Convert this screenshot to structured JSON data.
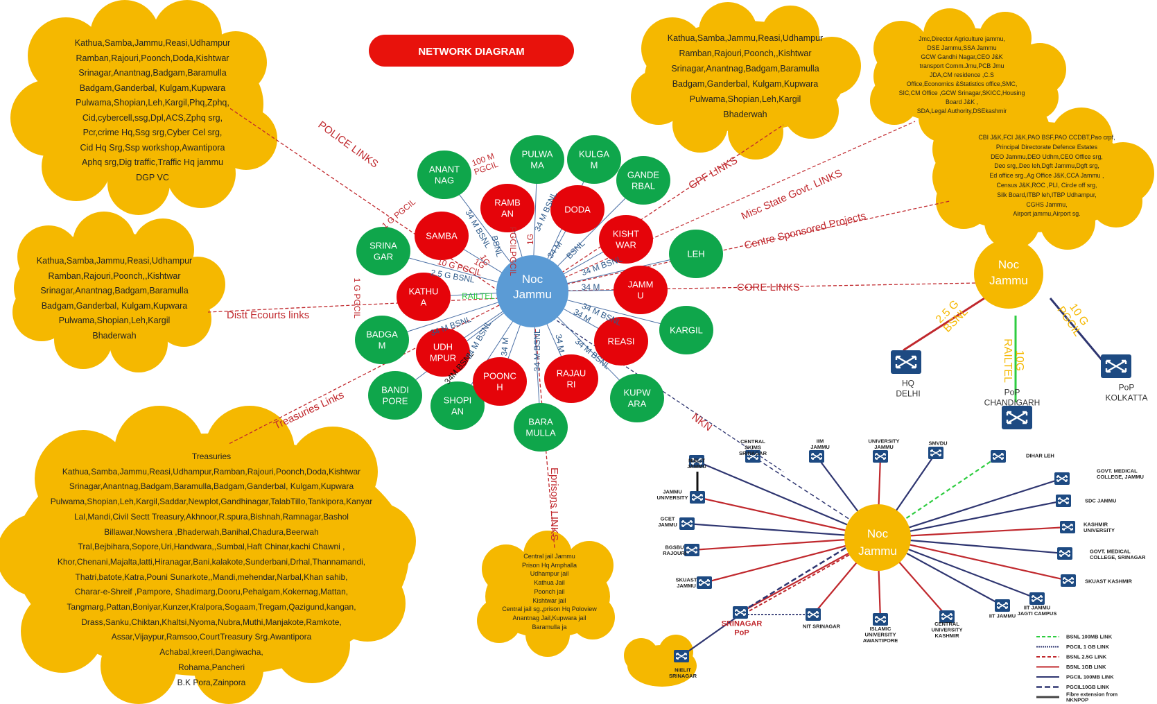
{
  "title": "NETWORK DIAGRAM",
  "hub": {
    "line1": "Noc",
    "line2": "Jammu"
  },
  "clouds": {
    "police": "Kathua,Samba,Jammu,Reasi,Udhampur\nRamban,Rajouri,Poonch,Doda,Kishtwar\nSrinagar,Anantnag,Badgam,Baramulla\nBadgam,Ganderbal, Kulgam,Kupwara\nPulwama,Shopian,Leh,Kargil,Phq,Zphq,\nCid,cybercell,ssg,Dpl,ACS,Zphq srg,\nPcr,crime Hq,Ssg srg,Cyber Cel srg,\nCid Hq Srg,Ssp workshop,Awantipora\nAphq srg,Dig traffic,Traffic Hq jammu\nDGP VC",
    "gpf": "Kathua,Samba,Jammu,Reasi,Udhampur\nRamban,Rajouri,Poonch,,Kishtwar\nSrinagar,Anantnag,Badgam,Baramulla\nBadgam,Ganderbal, Kulgam,Kupwara\nPulwama,Shopian,Leh,Kargil\nBhaderwah",
    "misc": "Jmc,Director Agriculture jammu,\nDSE Jammu,SSA Jammu\nGCW Gandhi Nagar,CEO J&K\ntransport Comm.Jmu,PCB Jmu\nJDA,CM residence ,C.S\nOffice,Economics &Statistics office,SMC,\nSIC,CM Office ,GCW Srinagar,SKICC,Housing\nBoard J&K ,\nSDA,Legal Authority,DSEkashmir",
    "centre": "CBI J&K,FCI J&K,PAO BSF,PAO CCDBT,Pao crpf,\nPrincipal Directorate Defence Estates\nDEO Jammu,DEO Udhm,CEO Office srg,\nDeo srg,,Deo leh,Dgft Jammu,Dgft srg,\nEd office srg.,Ag Office J&K,CCA Jammu ,\nCensus J&K,ROC ,PLI, Circle off srg,\nSilk Board,ITBP leh,ITBP Udhampur,\nCGHS Jammu,\nAirport jammu,Airport sg.",
    "ecourts": "Kathua,Samba,Jammu,Reasi,Udhampur\nRamban,Rajouri,Poonch,,Kishtwar\nSrinagar,Anantnag,Badgam,Baramulla\nBadgam,Ganderbal, Kulgam,Kupwara\nPulwama,Shopian,Leh,Kargil\nBhaderwah",
    "treasuries": "Treasuries\nKathua,Samba,Jammu,Reasi,Udhampur,Ramban,Rajouri,Poonch,Doda,Kishtwar\nSrinagar,Anantnag,Badgam,Baramulla,Badgam,Ganderbal, Kulgam,Kupwara\nPulwama,Shopian,Leh,Kargil,Saddar,Newplot,Gandhinagar,TalabTillo,Tankipora,Kanyar\nLal,Mandi,Civil Sectt Treasury,Akhnoor,R.spura,Bishnah,Ramnagar,Bashol\nBillawar,Nowshera ,Bhaderwah,Banihal,Chadura,Beerwah\nTral,Bejbihara,Sopore,Uri,Handwara,,Sumbal,Haft Chinar,kachi Chawni ,\nKhor,Chenani,Majalta,latti,Hiranagar,Bani,kalakote,Sunderbani,Drhal,Thannamandi,\nThatri,batote,Katra,Pouni Sunarkote,,Mandi,mehendar,Narbal,Khan sahib,\nCharar-e-Shreif ,Pampore, Shadimarg,Dooru,Pehalgam,Kokernag,Mattan,\nTangmarg,Pattan,Boniyar,Kunzer,Kralpora,Sogaam,Tregam,Qazigund,kangan,\nDrass,Sanku,Chiktan,Khaltsi,Nyoma,Nubra,Muthi,Manjakote,Ramkote,\nAssar,Vijaypur,Ramsoo,CourtTreasury Srg.Awantipora\nAchabal,kreeri,Dangiwacha,\nRohama,Pancheri\nB.K Pora,Zainpora",
    "prisons": "Central jail Jammu\nPrison Hq Amphalla\nUdhampur jail\nKathua Jail\nPoonch jail\nKishtwar jail\nCentral jail sg.,prison Hq Poloview\nAnantnag Jail,Kupwara jail\nBaramulla ja"
  },
  "link_labels": {
    "police": "POLICE LINKS",
    "gpf": "GPF LINKS",
    "misc": "Misc State Govt. LINKS",
    "centre": "Centre Sponsored Projects",
    "core": "CORE LINKS",
    "ecourts": "Distt Ecourts links",
    "treasuries": "Treasuries Links",
    "nkn": "NKN",
    "prisons": "Eprisons LINKS"
  },
  "district_nodes": [
    {
      "label": "ANANT\nNAG",
      "color": "green"
    },
    {
      "label": "PULWA\nMA",
      "color": "green"
    },
    {
      "label": "KULGA\nM",
      "color": "green"
    },
    {
      "label": "GANDE\nRBAL",
      "color": "green"
    },
    {
      "label": "LEH",
      "color": "green"
    },
    {
      "label": "KARGIL",
      "color": "green"
    },
    {
      "label": "KUPW\nARA",
      "color": "green"
    },
    {
      "label": "BARA\nMULLA",
      "color": "green"
    },
    {
      "label": "SHOPI\nAN",
      "color": "green"
    },
    {
      "label": "BANDI\nPORE",
      "color": "green"
    },
    {
      "label": "BADGA\nM",
      "color": "green"
    },
    {
      "label": "SRINA\nGAR",
      "color": "green"
    },
    {
      "label": "RAMB\nAN",
      "color": "red"
    },
    {
      "label": "DODA",
      "color": "red"
    },
    {
      "label": "KISHT\nWAR",
      "color": "red"
    },
    {
      "label": "JAMM\nU",
      "color": "red"
    },
    {
      "label": "REASI",
      "color": "red"
    },
    {
      "label": "RAJAU\nRI",
      "color": "red"
    },
    {
      "label": "POONC\nH",
      "color": "red"
    },
    {
      "label": "UDH\nMPUR",
      "color": "red"
    },
    {
      "label": "KATHU\nA",
      "color": "red"
    },
    {
      "label": "SAMBA",
      "color": "red"
    }
  ],
  "spoke_labels": [
    "100 M\nPGCIL",
    "1 G PGCIL",
    "1G",
    "PGCIL",
    "34 M BSNL",
    "BSNL",
    "1G",
    "34 M BSNL",
    "34 M",
    "BSNL",
    "34 M BSNL",
    "34 M",
    "10 G PGCIL",
    "2.5 G BSNL",
    "RAILTEL",
    "34 M BSNL",
    "1 G PGCIL",
    "34 M BSNL",
    "34M BSNL",
    "34 M BSNL",
    "34 M",
    "34 M BSNL",
    "34 M",
    "34 M BSNL",
    "34 M",
    "PGCIL",
    "1G"
  ],
  "core_panel": {
    "noc": {
      "line1": "Noc",
      "line2": "Jammu"
    },
    "links": [
      "2.5 G\nBSNL",
      "10G\nRAILTEL",
      "10 G\nPGCIL"
    ],
    "pops": [
      "HQ\nDELHI",
      "PoP\nCHANDIGARH",
      "PoP\nKOLKATTA"
    ]
  },
  "nkn_panel": {
    "noc": {
      "line1": "Noc",
      "line2": "Jammu"
    },
    "nodes": [
      "NIELIT\nJAMMU",
      "CENTRAL\nSKIMS\nSRINAGAR",
      "IIM\nJAMMU",
      "UNIVERSITY\nJAMMU",
      "SMVDU",
      "DIHAR LEH",
      "JAMMU\nUNIVERSITY",
      "GOVT. MEDICAL\nCOLLEGE, JAMMU",
      "SDC JAMMU",
      "GCET\nJAMMU",
      "KASHMIR\nUNIVERSITY",
      "BGSBU\nRAJOURI",
      "GOVT. MEDICAL\nCOLLEGE, SRINAGAR",
      "SKUAST\nJAMMU",
      "SKUAST KASHMIR",
      "SRINAGAR\nPoP",
      "NIT SRINAGAR",
      "ISLAMIC\nUNIVERSITY\nAWANTIPORE",
      "CENTRAL\nUNIVERSITY\nKASHMIR",
      "IIT JAMMU",
      "IIT JAMMU\nJAGTI CAMPUS",
      "NIELIT\nSRINAGAR"
    ],
    "legend": [
      "BSNL 100MB LINK",
      "PGCIL 1 GB LINK",
      "BSNL 2.5G LINK",
      "BSNL 1GB LINK",
      "PGCIL 100MB LINK",
      "PGCIL10GB LINK",
      "Fibre extension from\nNKNPOP"
    ]
  },
  "colors": {
    "cloud": "#f5b800",
    "red": "#e5040a",
    "green": "#0fa64b",
    "hub": "#5b9bd5",
    "link_red": "#c0282d",
    "navy": "#2e3570"
  }
}
